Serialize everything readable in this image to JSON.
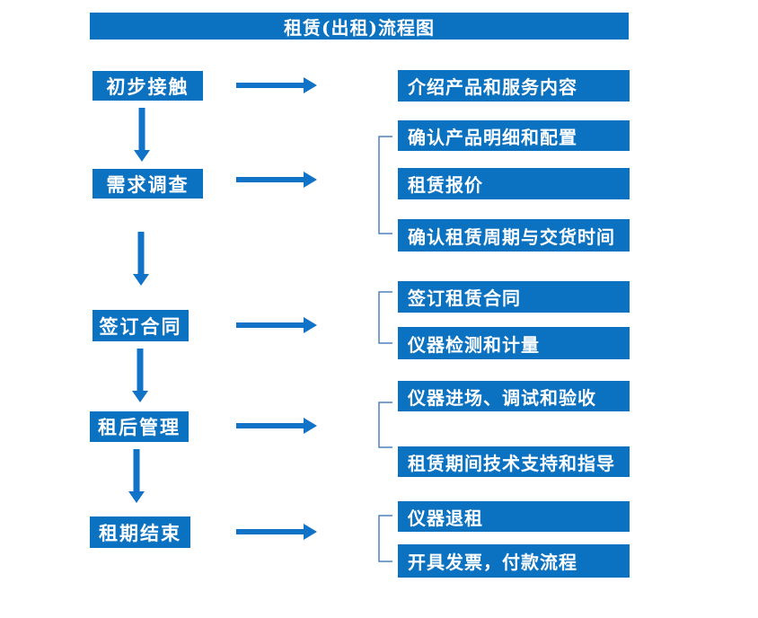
{
  "title": "租赁(出租)流程图",
  "colors": {
    "primary": "#0b71c1",
    "arrow": "#1173c8",
    "bracket": "#4f81bd",
    "text": "#ffffff",
    "page_background": "#ffffff"
  },
  "steps": [
    {
      "label": "初步接触",
      "outputs": [
        "介绍产品和服务内容"
      ]
    },
    {
      "label": "需求调查",
      "outputs": [
        "确认产品明细和配置",
        "租赁报价",
        "确认租赁周期与交货时间"
      ]
    },
    {
      "label": "签订合同",
      "outputs": [
        "签订租赁合同",
        "仪器检测和计量"
      ]
    },
    {
      "label": "租后管理",
      "outputs": [
        "仪器进场、调试和验收",
        "租赁期间技术支持和指导"
      ]
    },
    {
      "label": "租期结束",
      "outputs": [
        "仪器退租",
        "开具发票，付款流程"
      ]
    }
  ]
}
